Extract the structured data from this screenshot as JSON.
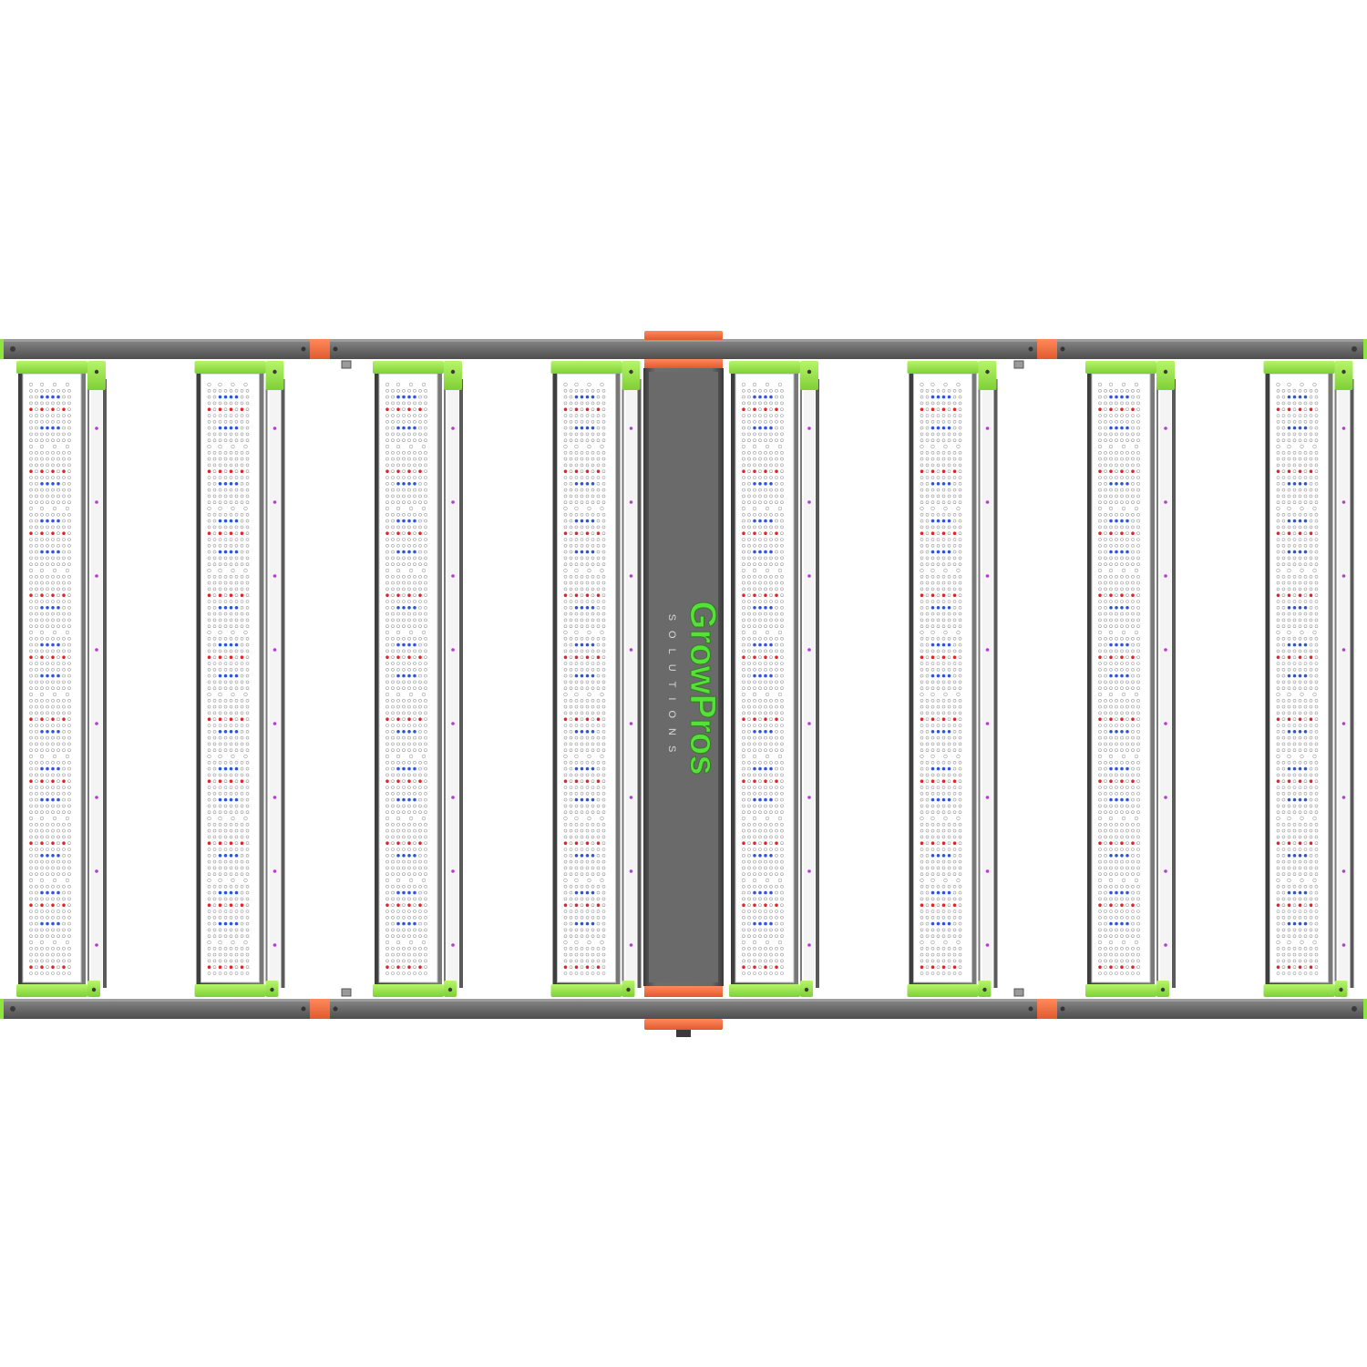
{
  "brand": {
    "name": "GrowPros",
    "tagline": "SOLUTIONS"
  },
  "product": {
    "led_bar_count": 8
  },
  "colors": {
    "frame_gray": "#6e6e6e",
    "frame_dark": "#4a4a4a",
    "lime_green": "#8ee53f",
    "orange": "#f26a3d",
    "led_white": "#ffffff",
    "led_red": "#e0262b",
    "led_blue": "#2f57d6",
    "uv_purple": "#b43ccf",
    "logo_green": "#56e03a"
  }
}
